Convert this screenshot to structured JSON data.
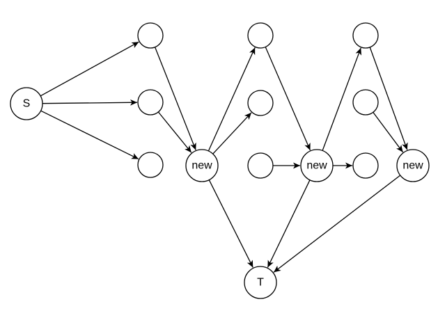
{
  "colors": {
    "background": "#ffffff",
    "stroke": "#000000",
    "text": "#000000"
  },
  "nodes": [
    {
      "id": "s",
      "label": "S"
    },
    {
      "id": "c1-top",
      "label": ""
    },
    {
      "id": "c1-mid",
      "label": ""
    },
    {
      "id": "c1-bot",
      "label": ""
    },
    {
      "id": "new1",
      "label": "new"
    },
    {
      "id": "c2-top",
      "label": ""
    },
    {
      "id": "c2-mid",
      "label": ""
    },
    {
      "id": "c2-left",
      "label": ""
    },
    {
      "id": "new2",
      "label": "new"
    },
    {
      "id": "c3-top",
      "label": ""
    },
    {
      "id": "c3-mid",
      "label": ""
    },
    {
      "id": "c3-right",
      "label": ""
    },
    {
      "id": "new3",
      "label": "new"
    },
    {
      "id": "t",
      "label": "T"
    }
  ],
  "edges": [
    {
      "from": "s",
      "to": "c1-top"
    },
    {
      "from": "s",
      "to": "c1-mid"
    },
    {
      "from": "s",
      "to": "c1-bot"
    },
    {
      "from": "c1-top",
      "to": "new1"
    },
    {
      "from": "c1-mid",
      "to": "new1"
    },
    {
      "from": "new1",
      "to": "c2-top"
    },
    {
      "from": "new1",
      "to": "c2-mid"
    },
    {
      "from": "new1",
      "to": "t"
    },
    {
      "from": "c2-top",
      "to": "new2"
    },
    {
      "from": "c2-left",
      "to": "new2"
    },
    {
      "from": "new2",
      "to": "c3-top"
    },
    {
      "from": "new2",
      "to": "c3-right"
    },
    {
      "from": "new2",
      "to": "t"
    },
    {
      "from": "c3-top",
      "to": "new3"
    },
    {
      "from": "c3-mid",
      "to": "new3"
    },
    {
      "from": "new3",
      "to": "t"
    }
  ]
}
